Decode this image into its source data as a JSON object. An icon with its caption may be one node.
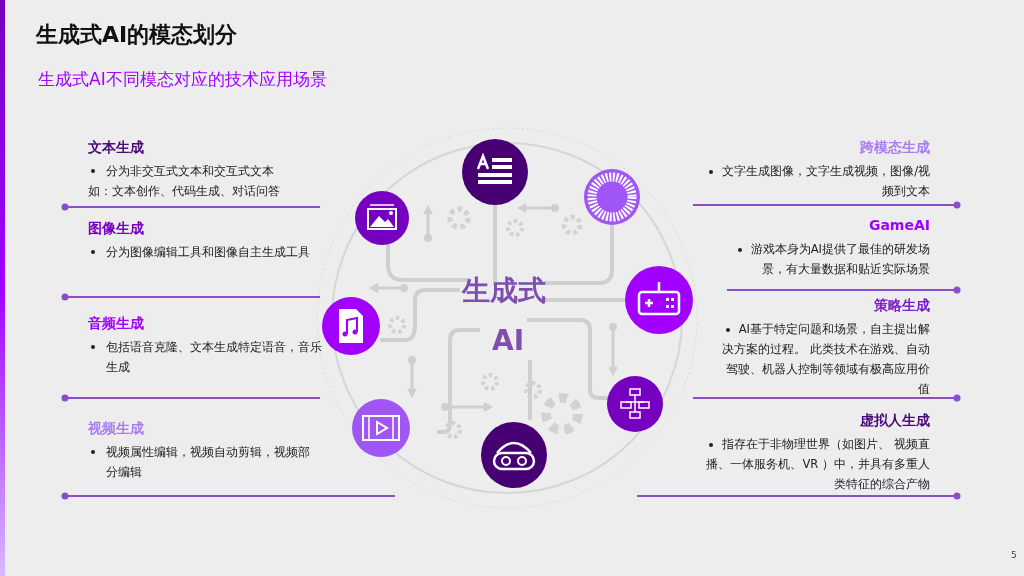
{
  "diagram": {
    "title": "生成式AI的模态划分",
    "nodes": [
      {
        "text": [
          "文本生成",
          "分为非交互式文本和交互式文本",
          "如：文本创作、代码生成、对话问答"
        ]
      },
      {
        "text": [
          "图像生成",
          "分为图像编辑工具和图像自主生成工具"
        ]
      },
      {
        "text": [
          "音频生成",
          "包括语音克隆、文本生成特定语音，音乐生成"
        ]
      },
      {
        "text": [
          "视频生成",
          "视频属性编辑，视频自动剪辑，视频部分编辑"
        ]
      },
      {
        "text": [
          "跨模态生成",
          "文字生成图像，文字生成视频，图像/视频到文本"
        ]
      },
      {
        "text": [
          "GameAI",
          "游戏本身为AI提供了最佳的研发场景，有大量数据和贴近实际场景"
        ]
      },
      {
        "text": [
          "策略生成",
          "AI基于特定问题和场景，自主提出解决方案的过程。 此类技术在游戏、自动驾驶、机器人控制等领域有极高应用价值"
        ]
      },
      {
        "text": [
          "虚拟人生成",
          "指存在于非物理世界（如图片、 视频直播、一体服务机、VR ）中，并具有多重人类特征的综合产物"
        ]
      }
    ],
    "labels": [
      "生成式AI不同模态对应的技术应用场景",
      "生成式",
      "AI",
      "5"
    ]
  }
}
